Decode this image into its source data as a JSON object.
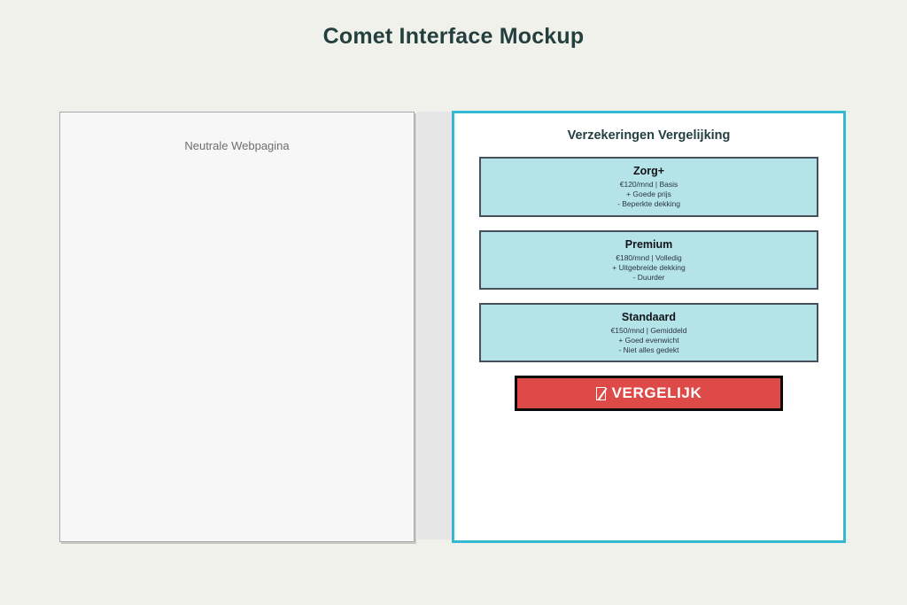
{
  "page": {
    "title": "Comet Interface Mockup",
    "background_color": "#f1f1ec",
    "title_color": "#23403f"
  },
  "left_panel": {
    "name": "neutral-webpage",
    "label": "Neutrale Webpagina",
    "background_color": "#f7f7f7",
    "border_color": "#a8a8a8"
  },
  "right_panel": {
    "name": "comet-overlay",
    "heading": "Verzekeringen Vergelijking",
    "border_color": "#35b9d3",
    "background_color": "#ffffff",
    "cards": [
      {
        "title": "Zorg+",
        "price_line": "€120/mnd | Basis",
        "pro": "+ Goede prijs",
        "con": "- Beperkte dekking",
        "fill_color": "#b4e3e8",
        "border_color": "#46515c"
      },
      {
        "title": "Premium",
        "price_line": "€180/mnd | Volledig",
        "pro": "+ Uitgebreide dekking",
        "con": "- Duurder",
        "fill_color": "#b4e3e8",
        "border_color": "#46515c"
      },
      {
        "title": "Standaard",
        "price_line": "€150/mnd | Gemiddeld",
        "pro": "+ Goed evenwicht",
        "con": "- Niet alles gedekt",
        "fill_color": "#b4e3e8",
        "border_color": "#46515c"
      }
    ],
    "cta": {
      "icon": "missing-glyph-box-icon",
      "label": "VERGELIJK",
      "background_color": "#dd4a47",
      "border_color": "#0a0a0a",
      "text_color": "#ffffff"
    }
  }
}
